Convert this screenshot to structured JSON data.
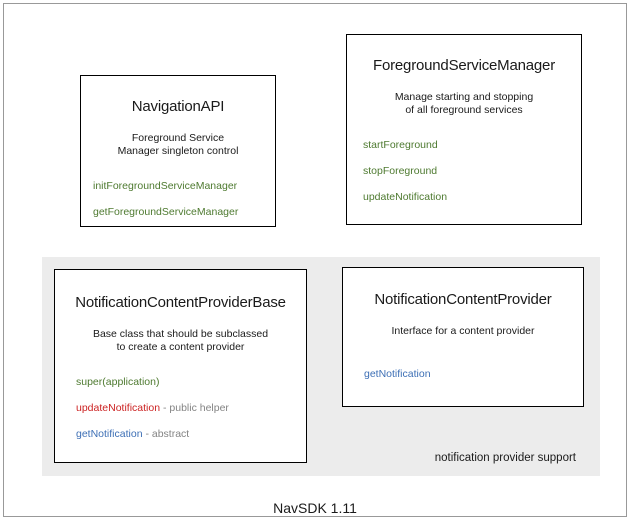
{
  "diagram": {
    "footer_label": "NavSDK 1.11",
    "group_panel": {
      "label": "notification provider support"
    },
    "boxes": [
      {
        "id": "navigation-api",
        "title": "NavigationAPI",
        "description_line1": "Foreground Service",
        "description_line2": "Manager singleton control",
        "members": [
          {
            "name": "initForegroundServiceManager",
            "color": "#4e7a30",
            "note": ""
          },
          {
            "name": "getForegroundServiceManager",
            "color": "#4e7a30",
            "note": ""
          }
        ]
      },
      {
        "id": "foreground-service-manager",
        "title": "ForegroundServiceManager",
        "description_line1": "Manage starting and stopping",
        "description_line2": "of all foreground services",
        "members": [
          {
            "name": "startForeground",
            "color": "#4e7a30",
            "note": ""
          },
          {
            "name": "stopForeground",
            "color": "#4e7a30",
            "note": ""
          },
          {
            "name": "updateNotification",
            "color": "#4e7a30",
            "note": ""
          }
        ]
      },
      {
        "id": "notification-content-provider-base",
        "title": "NotificationContentProviderBase",
        "description_line1": "Base class that should be subclassed",
        "description_line2": "to create a content provider",
        "members": [
          {
            "name": "super(application)",
            "color": "#4e7a30",
            "note": ""
          },
          {
            "name": "updateNotification",
            "color": "#cc2222",
            "note": " - public helper"
          },
          {
            "name": "getNotification",
            "color": "#3d6fb5",
            "note": " - abstract"
          }
        ]
      },
      {
        "id": "notification-content-provider",
        "title": "NotificationContentProvider",
        "description_line1": "Interface for a content provider",
        "description_line2": "",
        "members": [
          {
            "name": "getNotification",
            "color": "#3d6fb5",
            "note": ""
          }
        ]
      }
    ],
    "colors": {
      "green": "#4e7a30",
      "red": "#cc2222",
      "blue": "#3d6fb5",
      "note_gray": "#848484",
      "panel_gray": "#ececec",
      "border": "#000000",
      "frame": "#999999"
    }
  }
}
